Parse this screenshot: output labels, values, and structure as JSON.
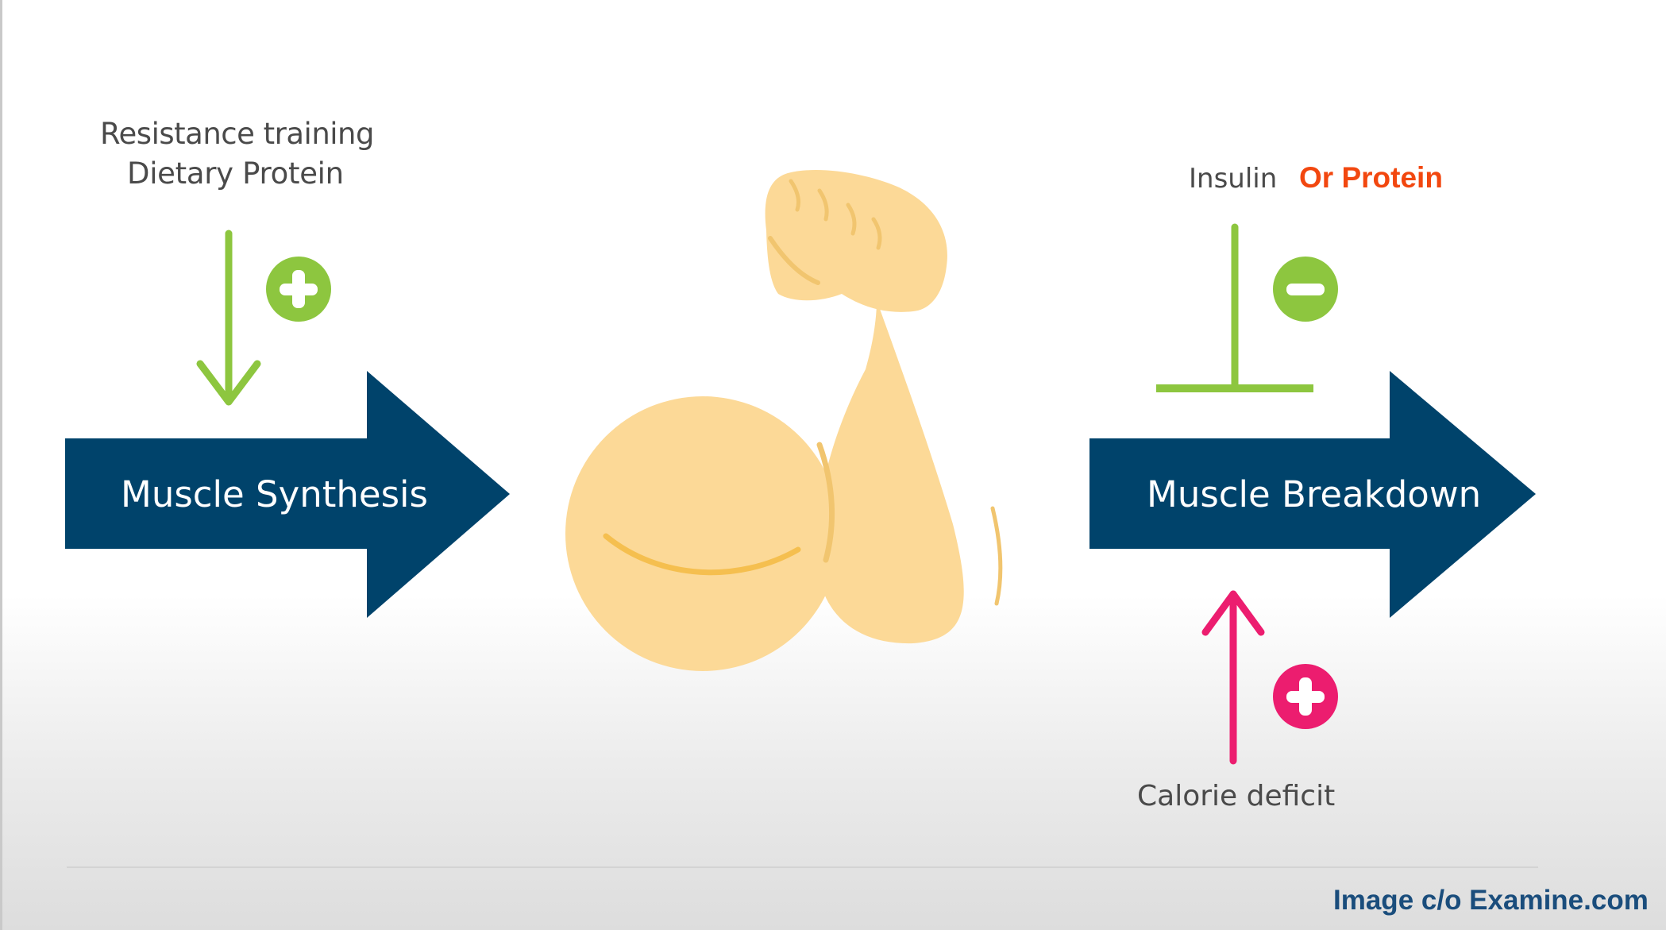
{
  "labels": {
    "resistance_training": "Resistance training",
    "dietary_protein": "Dietary Protein",
    "insulin": "Insulin",
    "or_protein": "Or Protein",
    "calorie_deficit": "Calorie deficit"
  },
  "arrows": {
    "synthesis": "Muscle Synthesis",
    "breakdown": "Muscle Breakdown"
  },
  "credit": "Image c/o Examine.com",
  "colors": {
    "navy": "#00436b",
    "green": "#8dc63f",
    "pink": "#ec1d6f",
    "orange": "#f2470f",
    "arm": "#fcd997",
    "credit": "#1a4d7c"
  }
}
